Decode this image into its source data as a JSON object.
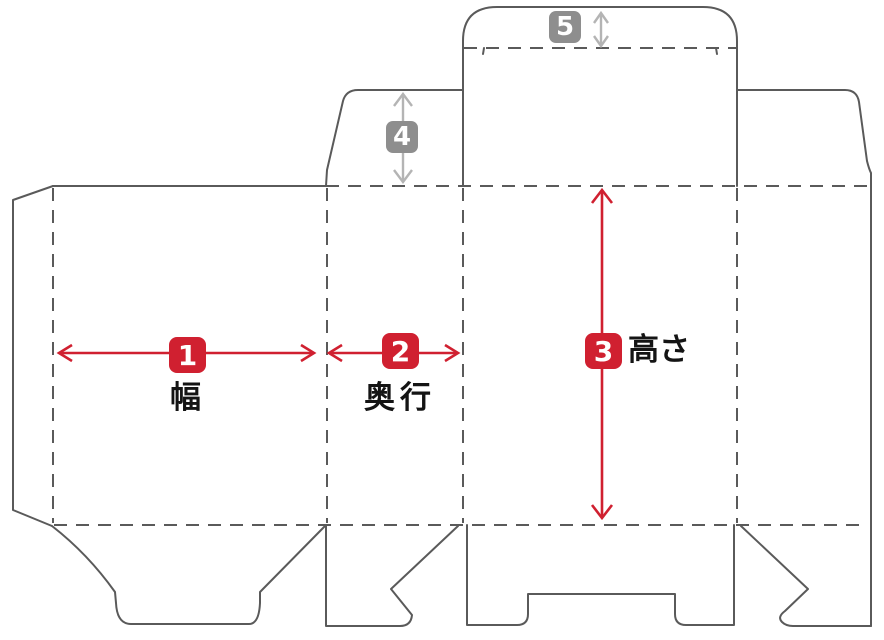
{
  "diagram": {
    "kind": "packaging-box-dieline",
    "dimension_markers": [
      {
        "badge": "1",
        "label": "幅"
      },
      {
        "badge": "2",
        "label": "奥行"
      },
      {
        "badge": "3",
        "label": "高さ"
      },
      {
        "badge": "4",
        "label": ""
      },
      {
        "badge": "5",
        "label": ""
      }
    ]
  },
  "colors": {
    "accent_red": "#d02030",
    "badge_gray": "#8e8e8e",
    "arrow_gray": "#b4b4b4",
    "dieline_gray": "#5a5a5a",
    "label_black": "#141414",
    "background": "#ffffff"
  }
}
